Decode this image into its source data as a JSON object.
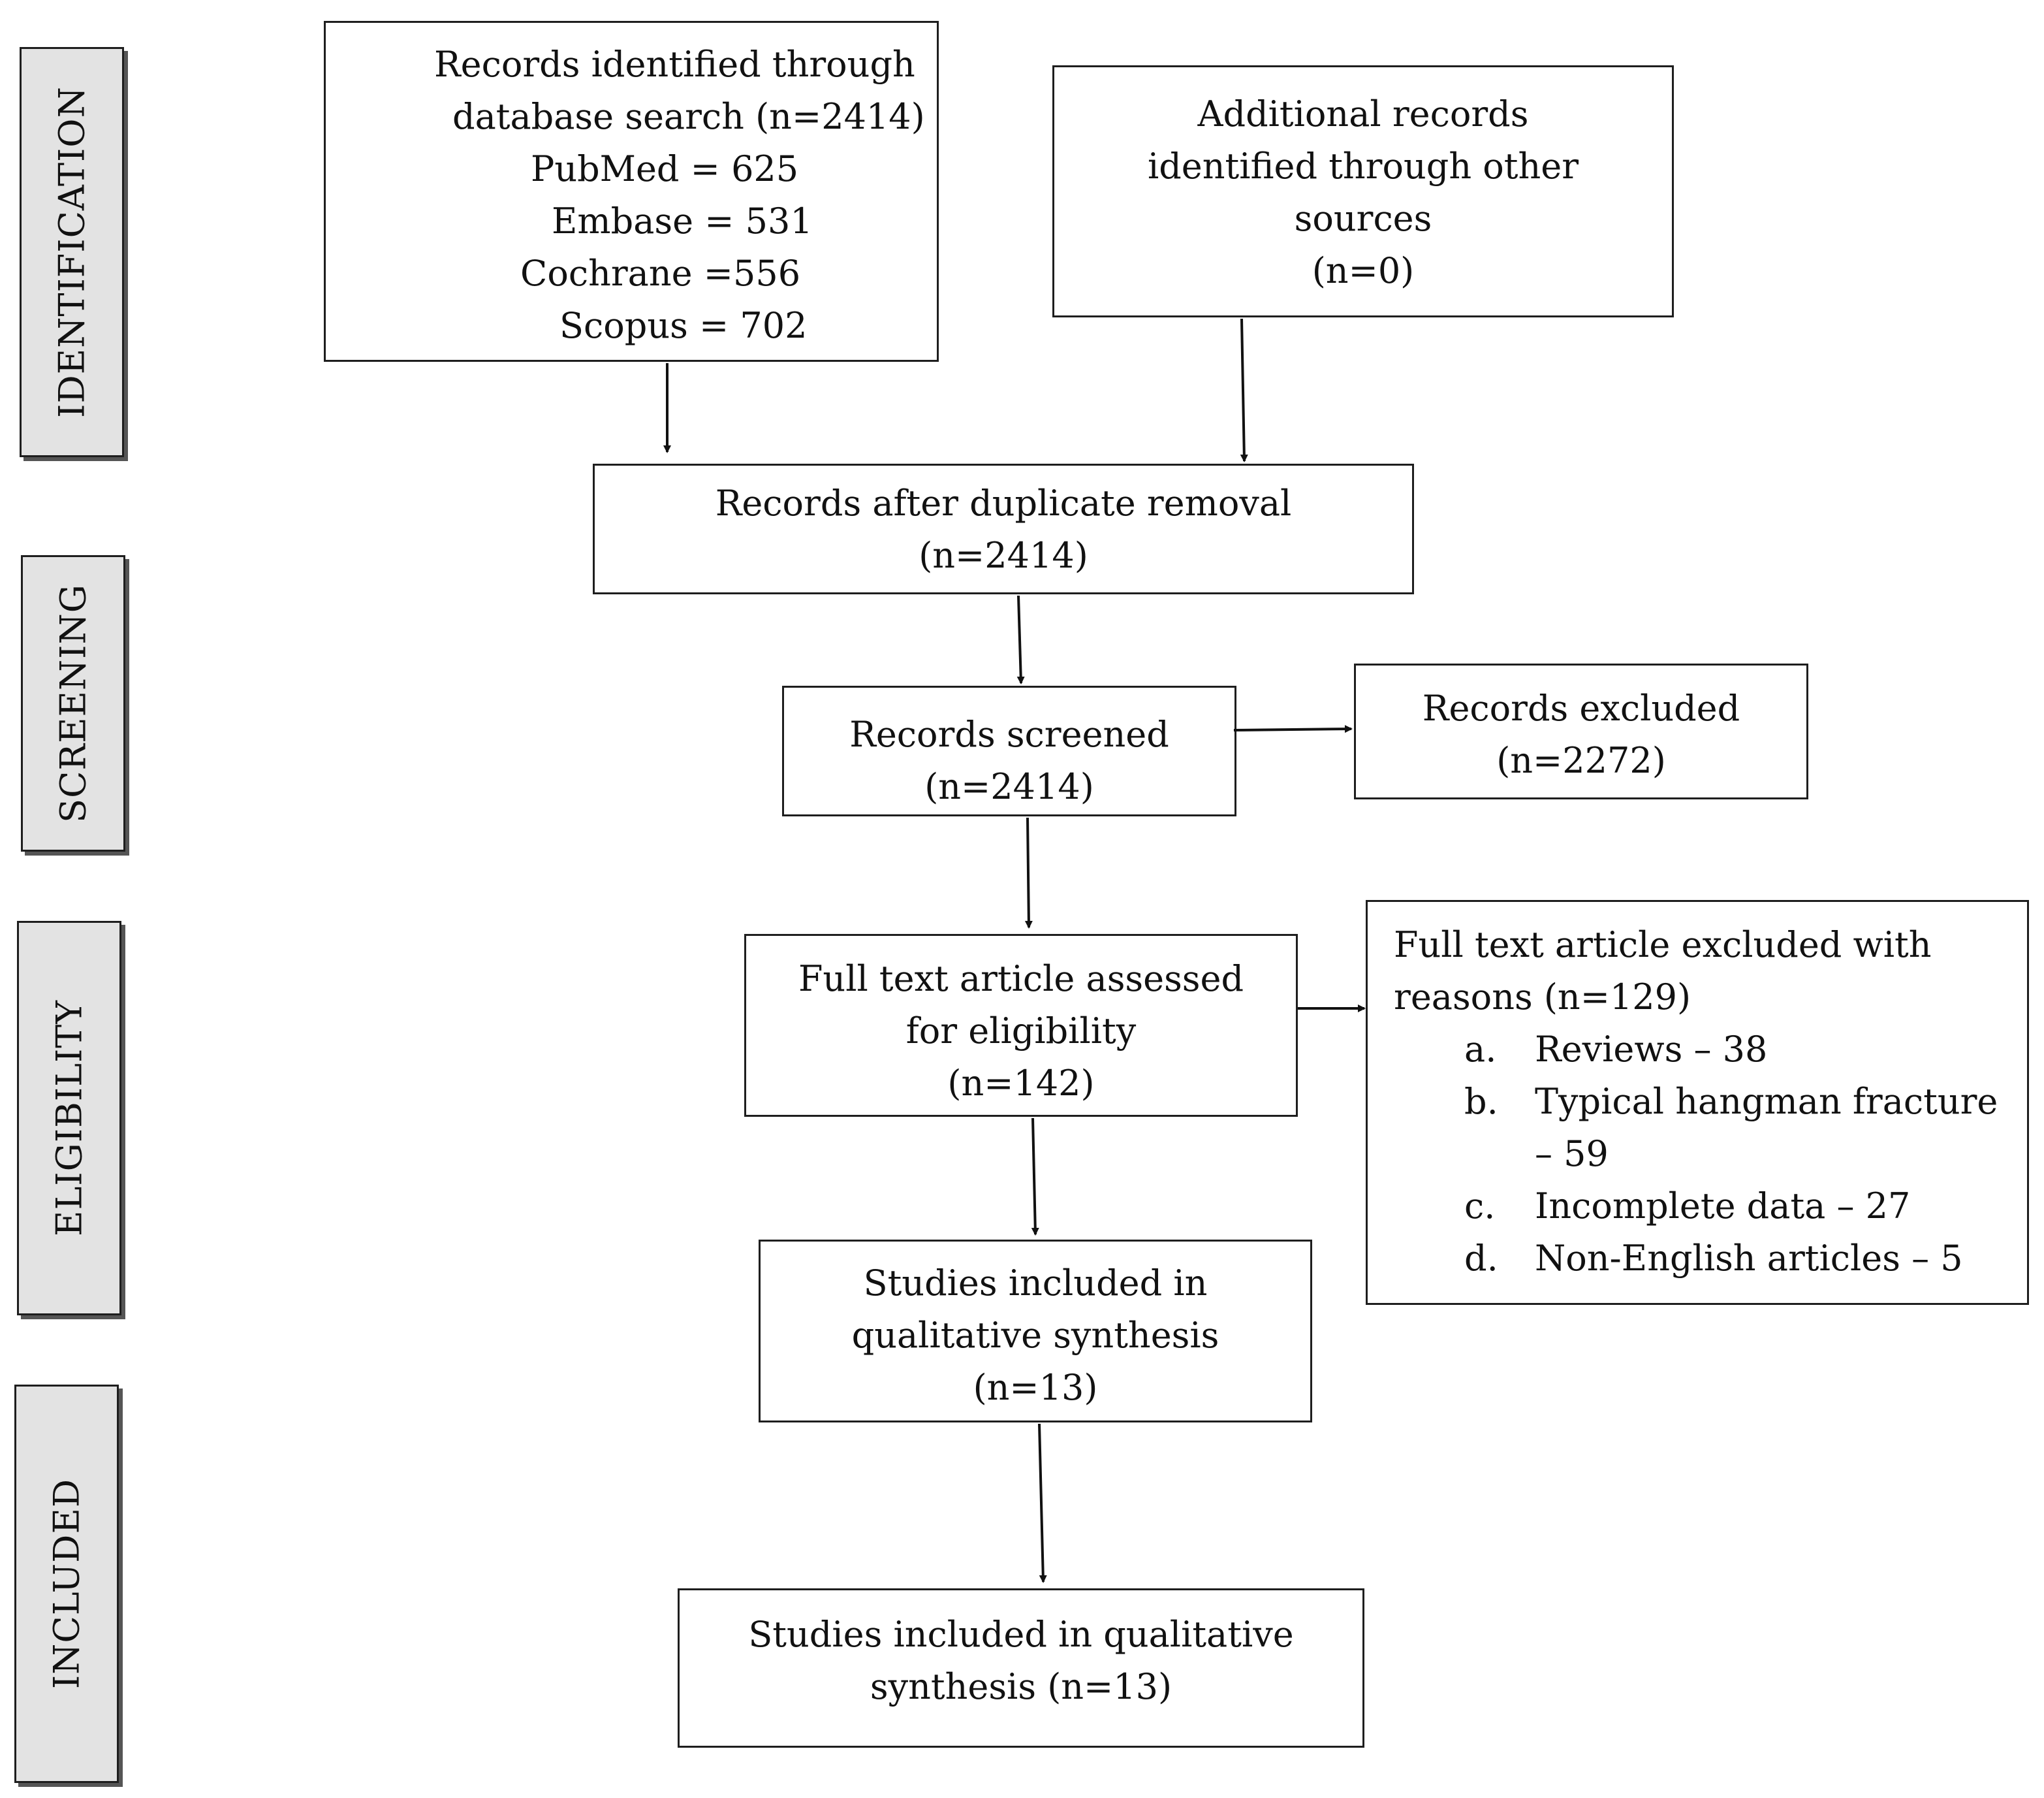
{
  "stages": {
    "identification": "IDENTIFICATION",
    "screening": "SCREENING",
    "eligibility": "ELIGIBILITY",
    "included": "INCLUDED"
  },
  "identified": {
    "line1": "Records identified through",
    "line2": "database search (n=2414)",
    "pubmed": "PubMed = 625",
    "embase": "Embase = 531",
    "cochrane": "Cochrane =556",
    "scopus": "Scopus = 702"
  },
  "additional": {
    "line1": "Additional records",
    "line2": "identified through other",
    "line3": "sources",
    "line4": "(n=0)"
  },
  "duplicates": {
    "line1": "Records after duplicate removal",
    "line2": "(n=2414)"
  },
  "screened": {
    "line1": "Records screened",
    "line2": "(n=2414)"
  },
  "excluded": {
    "line1": "Records excluded",
    "line2": "(n=2272)"
  },
  "fulltext": {
    "line1": "Full text article assessed",
    "line2": "for eligibility",
    "line3": "(n=142)"
  },
  "fulltext_excluded": {
    "line1": "Full text article excluded with",
    "line2": "reasons (n=129)",
    "reasons": [
      {
        "marker": "a.",
        "text": "Reviews – 38"
      },
      {
        "marker": "b.",
        "text": "Typical hangman fracture"
      },
      {
        "marker": "",
        "text": "– 59"
      },
      {
        "marker": "c.",
        "text": "Incomplete data – 27"
      },
      {
        "marker": "d.",
        "text": "Non-English articles – 5"
      }
    ]
  },
  "qualitative": {
    "line1": "Studies included in",
    "line2": "qualitative synthesis",
    "line3": "(n=13)"
  },
  "final": {
    "line1": "Studies included in qualitative",
    "line2": "synthesis (n=13)"
  }
}
